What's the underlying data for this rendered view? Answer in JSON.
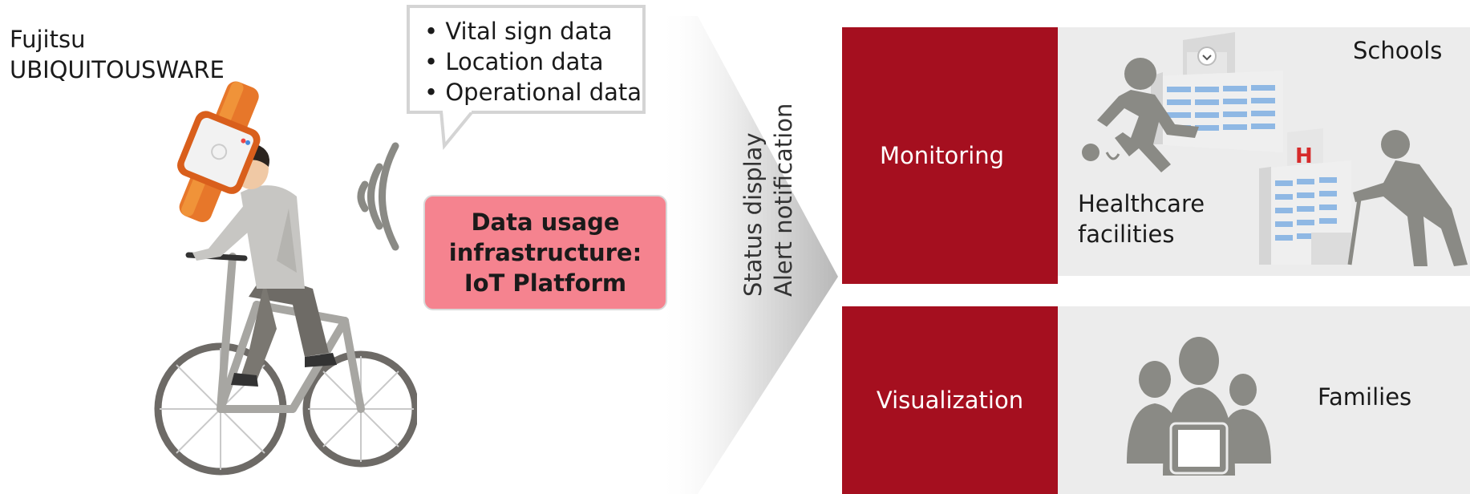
{
  "product": {
    "line1": "Fujitsu",
    "line2": "UBIQUITOUSWARE"
  },
  "data_bubble": {
    "items": [
      "Vital sign data",
      "Location data",
      "Operational data"
    ]
  },
  "platform": {
    "line1": "Data usage",
    "line2": "infrastructure:",
    "line3": "IoT Platform"
  },
  "vertical_label": {
    "line1": "Status display",
    "line2": "Alert notification"
  },
  "services": [
    {
      "label": "Monitoring",
      "targets": [
        "Schools",
        "Healthcare facilities"
      ]
    },
    {
      "label": "Visualization",
      "targets": [
        "Families"
      ]
    }
  ],
  "targets": {
    "schools": "Schools",
    "healthcare_line1": "Healthcare",
    "healthcare_line2": "facilities",
    "families": "Families"
  },
  "colors": {
    "service_box": "#a50f1f",
    "platform_box": "#f5838f",
    "panel": "#ececec",
    "icon_gray": "#8a8a85"
  }
}
